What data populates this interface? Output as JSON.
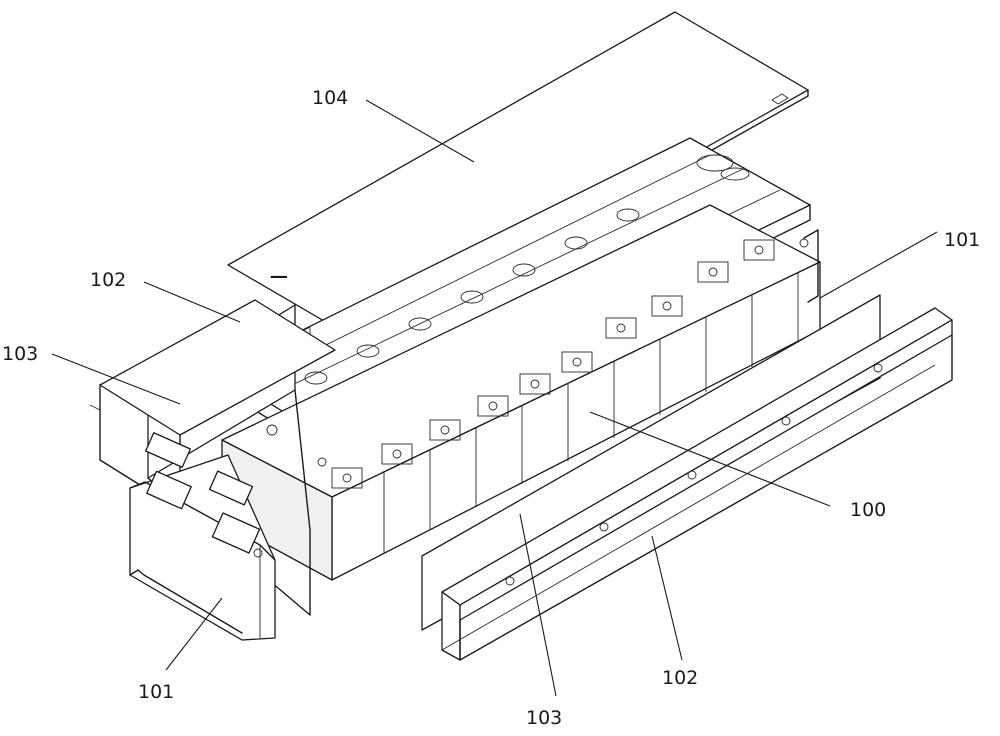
{
  "labels": {
    "cover": "104",
    "end_plate_right": "101",
    "end_plate_left": "101",
    "side_plate_left": "102",
    "side_plate_right": "102",
    "insulator_left": "103",
    "insulator_right": "103",
    "cell_stack": "100"
  },
  "symbols": {
    "minus": "−",
    "plus": "+"
  }
}
